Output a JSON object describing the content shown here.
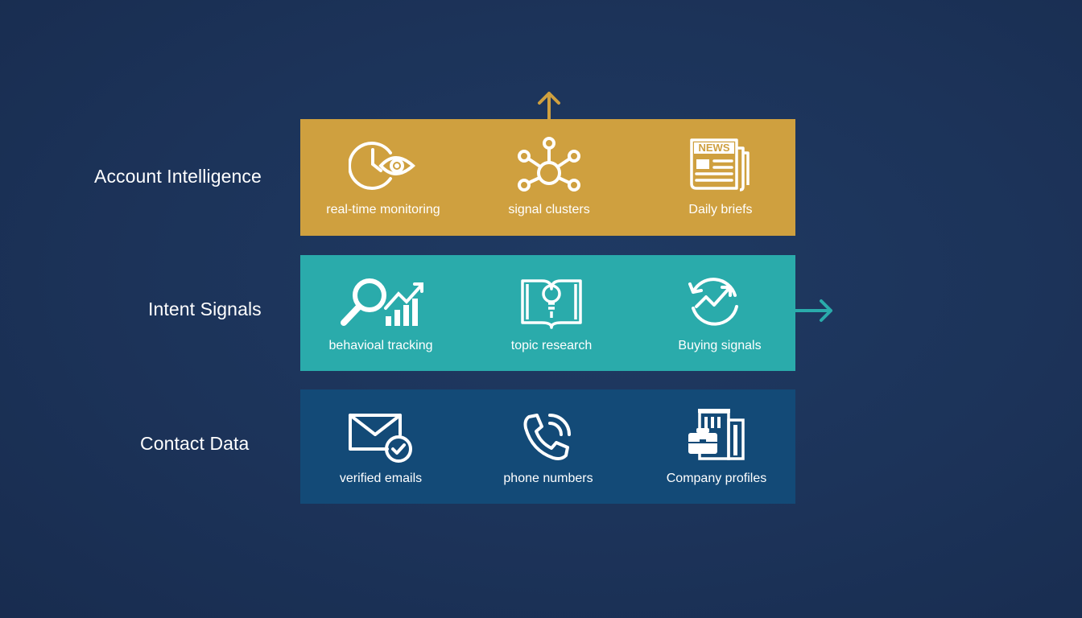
{
  "layers": [
    {
      "name": "Account Intelligence",
      "color": "#cfa03f",
      "items": [
        {
          "label": "real-time monitoring",
          "icon": "clock-eye-icon"
        },
        {
          "label": "signal clusters",
          "icon": "network-cluster-icon"
        },
        {
          "label": "Daily briefs",
          "icon": "newspaper-icon",
          "icon_text": "NEWS"
        }
      ]
    },
    {
      "name": "Intent Signals",
      "color": "#2aabab",
      "items": [
        {
          "label": "behavioal tracking",
          "icon": "magnifier-chart-icon"
        },
        {
          "label": "topic research",
          "icon": "book-lightbulb-icon"
        },
        {
          "label": "Buying signals",
          "icon": "circular-trend-icon"
        }
      ]
    },
    {
      "name": "Contact Data",
      "color": "#134a77",
      "items": [
        {
          "label": "verified emails",
          "icon": "envelope-check-icon"
        },
        {
          "label": "phone numbers",
          "icon": "phone-icon"
        },
        {
          "label": "Company profiles",
          "icon": "building-briefcase-icon"
        }
      ]
    }
  ],
  "arrows": {
    "up_color": "#cfa03f",
    "right_color": "#2aabab"
  }
}
